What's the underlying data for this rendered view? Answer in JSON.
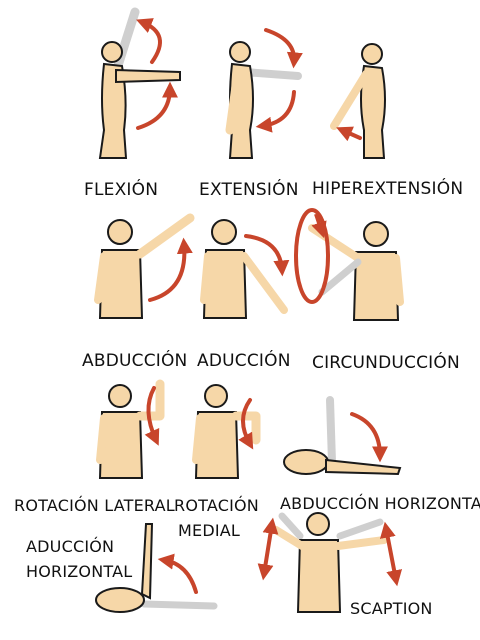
{
  "labels": {
    "flexion": "FLEXIÓN",
    "extension": "EXTENSIÓN",
    "hiperextension": "HIPEREXTENSIÓN",
    "abduccion": "ABDUCCIÓN",
    "aduccion": "ADUCCIÓN",
    "circunduccion": "CIRCUNDUCCIÓN",
    "rotacion_lateral": "ROTACIÓN LATERAL",
    "rotacion_medial_line1": "ROTACIÓN",
    "rotacion_medial_line2": "MEDIAL",
    "abduccion_horizontal": "ABDUCCIÓN HORIZONTAL",
    "aduccion_horizontal_line1": "ADUCCIÓN",
    "aduccion_horizontal_line2": "HORIZONTAL",
    "scaption": "SCAPTION"
  },
  "colors": {
    "skin": "#F6D7A8",
    "outline": "#1a1a1a",
    "arrow": "#C8452B",
    "ghost_limb": "#cfcfcf"
  }
}
